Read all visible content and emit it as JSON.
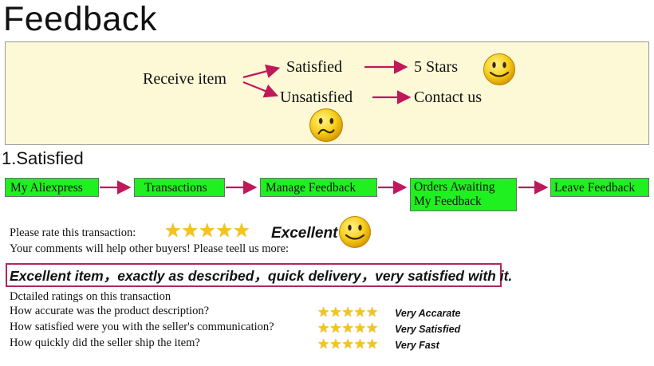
{
  "title": "Feedback",
  "flow": {
    "receive": "Receive item",
    "satisfied": "Satisfied",
    "unsatisfied": "Unsatisfied",
    "stars": "5 Stars",
    "contact": "Contact us"
  },
  "section_title": "1.Satisfied",
  "steps": [
    {
      "label": "My Aliexpress"
    },
    {
      "label": "Transactions"
    },
    {
      "label": "Manage Feedback"
    },
    {
      "label": "Orders Awaiting",
      "label2": "My  Feedback"
    },
    {
      "label": "Leave Feedback"
    }
  ],
  "rating": {
    "prompt": "Please rate this transaction:",
    "stars": 5,
    "word": "Excellent"
  },
  "comments_prompt": "Your comments will help other buyers! Please teell us more:",
  "comment": "Excellent item，exactly as described，quick delivery，very satisfied with it.",
  "detailed": {
    "heading": "Dctailed ratings on this transaction",
    "rows": [
      {
        "question": "How accurate was the product description?",
        "stars": 5,
        "label": "Very Accarate"
      },
      {
        "question": "How satisfied were you with the seller's communication?",
        "stars": 5,
        "label": "Very Satisfied"
      },
      {
        "question": "How quickly did the seller ship the item?",
        "stars": 5,
        "label": "Very Fast"
      }
    ]
  },
  "colors": {
    "arrow": "#c0185a",
    "step_green": "#1ff01f",
    "box_bg": "#fdf8d6",
    "star": "#f5c419",
    "comment_border": "#b0275e"
  },
  "icons": [
    "smiley-happy-icon",
    "smiley-sad-icon",
    "star-icon",
    "arrow-right-icon"
  ]
}
